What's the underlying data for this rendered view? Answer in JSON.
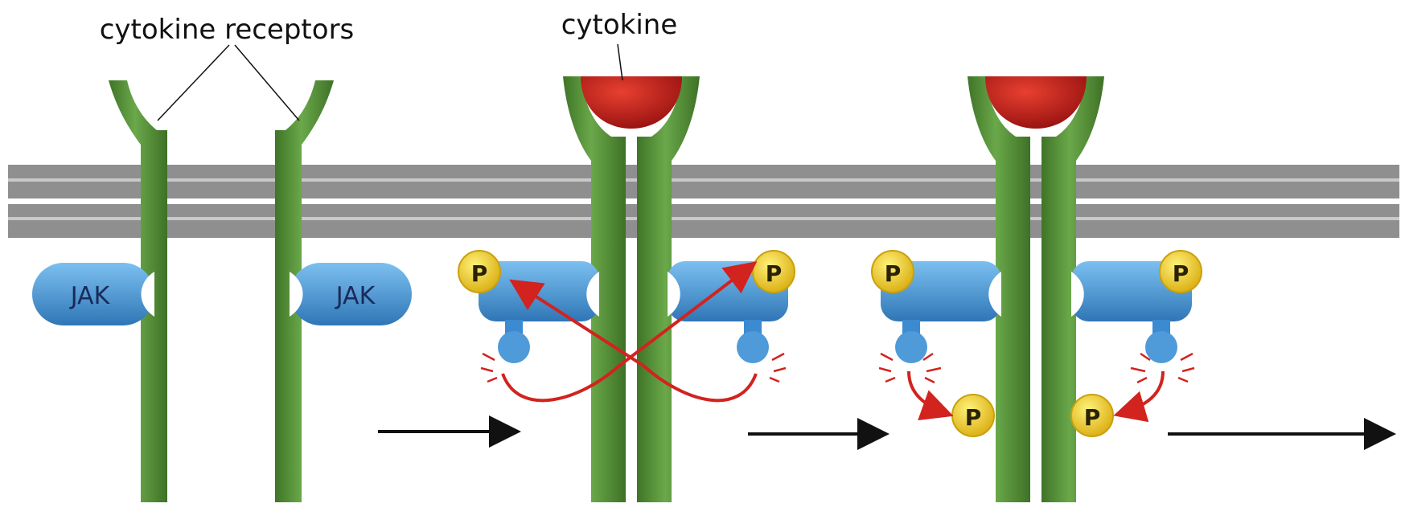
{
  "labels": {
    "receptors": "cytokine receptors",
    "cytokine": "cytokine",
    "jak_left": "JAK",
    "jak_right": "JAK",
    "phosphate": "P"
  },
  "colors": {
    "membrane": "#8f8f8f",
    "receptor": "#5d9a3c",
    "receptor_dark": "#3f7427",
    "jak": "#5aa7e2",
    "jak_dark": "#2f76b6",
    "cytokine": "#c41a1a",
    "phosphate": "#f2d22a",
    "phosphate_dark": "#c9a10c",
    "arrow_red": "#d2231e",
    "arrow_black": "#111111"
  },
  "stages": [
    {
      "state": "unbound receptors with JAK"
    },
    {
      "state": "cytokine bound, JAK cross-phosphorylation"
    },
    {
      "state": "receptor tails phosphorylated"
    }
  ],
  "icons": [
    "cytokine-icon",
    "jak-icon",
    "phosphate-icon",
    "arrow-icon"
  ]
}
